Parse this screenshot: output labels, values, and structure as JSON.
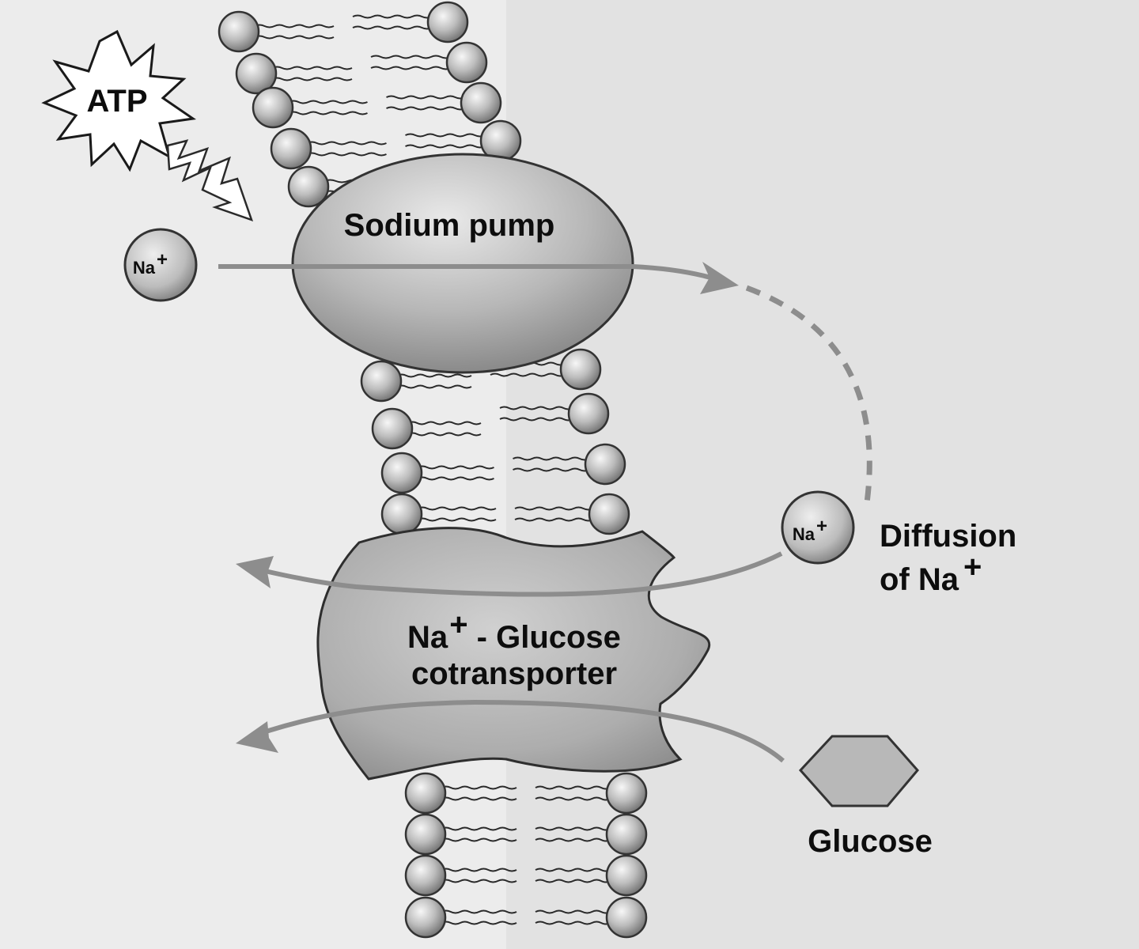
{
  "labels": {
    "atp": "ATP",
    "sodium_pump": "Sodium pump",
    "ion_left": {
      "base": "Na",
      "charge": "+"
    },
    "ion_right": {
      "base": "Na",
      "charge": "+"
    },
    "diffusion_line1": "Diffusion",
    "diffusion_line2": {
      "base": "of  Na",
      "charge": "+"
    },
    "cotransporter_line1": {
      "base": "Na",
      "charge": "+",
      "rest": " - Glucose"
    },
    "cotransporter_line2": "cotransporter",
    "glucose": "Glucose"
  },
  "colors": {
    "background_outside": "#ececec",
    "background_inside": "#e3e3e3",
    "protein_fill": "#b4b4b4",
    "arrow": "#8d8d8d",
    "glucose": "#b8b8b8"
  }
}
